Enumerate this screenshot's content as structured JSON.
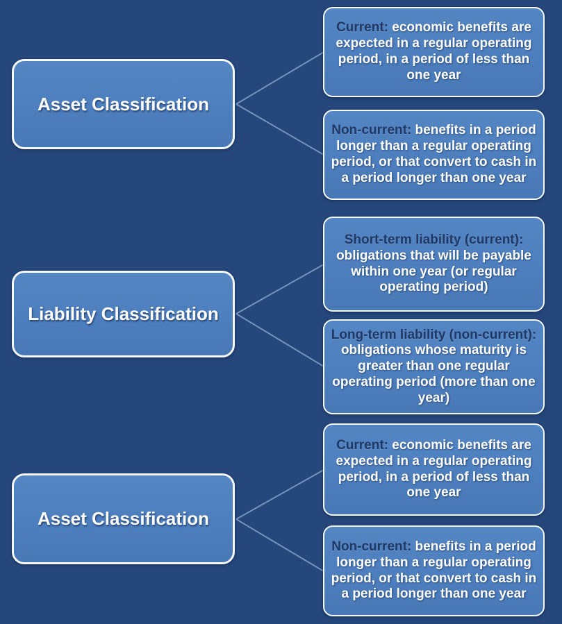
{
  "theme": {
    "background": "#25477b",
    "node_fill": "#4d7ebd",
    "node_border": "#f5f8fc",
    "heading_text": "#1f3864",
    "body_text": "#ffffff",
    "connector": "#7d9cc4"
  },
  "diagram": {
    "groups": [
      {
        "parent": {
          "label": "Asset Classification"
        },
        "children": [
          {
            "lead": "Current:",
            "body": " economic benefits are expected in a regular operating period, in a period of less than one year"
          },
          {
            "lead": "Non-current:",
            "body": " benefits in a period longer than a regular operating period, or that convert to cash in a period longer than one year"
          }
        ]
      },
      {
        "parent": {
          "label": "Liability Classification"
        },
        "children": [
          {
            "lead": "Short-term liability (current):",
            "body": " obligations that will be payable within one year (or regular operating period)"
          },
          {
            "lead": "Long-term liability (non-current):",
            "body": " obligations whose maturity is greater than one regular operating period (more than one year)"
          }
        ]
      },
      {
        "parent": {
          "label": "Asset Classification"
        },
        "children": [
          {
            "lead": "Current:",
            "body": " economic benefits are expected in a regular operating period, in a period of less than one year"
          },
          {
            "lead": "Non-current:",
            "body": " benefits in a period longer than a regular operating period, or that convert to cash in a period longer than one year"
          }
        ]
      }
    ]
  }
}
